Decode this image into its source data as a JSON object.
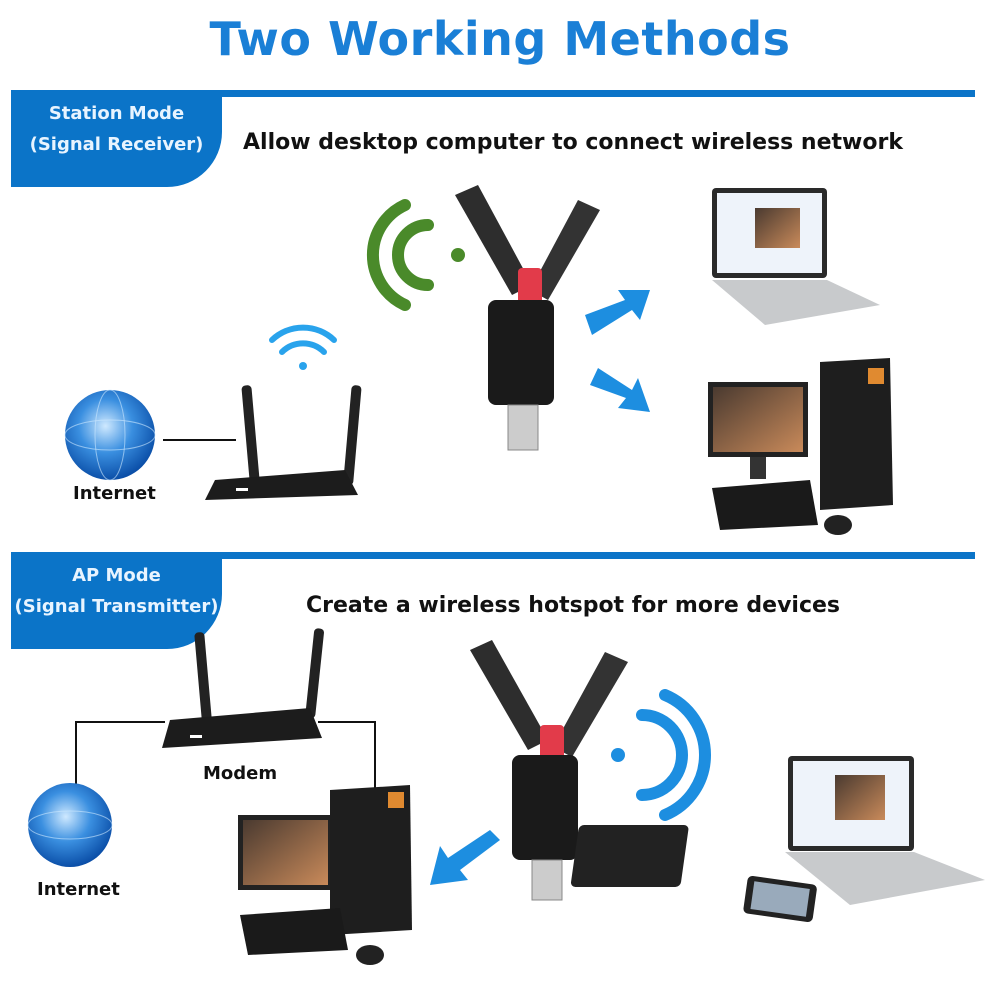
{
  "title": "Two Working Methods",
  "colors": {
    "accent": "#0b74c8",
    "title": "#1a7fd6",
    "signal_green": "#4a8a2a",
    "signal_blue": "#1d8ee0"
  },
  "station": {
    "mode": "Station Mode",
    "subtitle": "(Signal Receiver)",
    "heading": "Allow desktop computer to connect wireless network",
    "internet_label": "Internet"
  },
  "ap": {
    "mode": "AP Mode",
    "subtitle": "(Signal Transmitter)",
    "heading": "Create a wireless hotspot for more devices",
    "modem_label": "Modem",
    "internet_label": "Internet"
  },
  "icons": [
    "globe-icon",
    "router-icon",
    "wifi-icon",
    "usb-wifi-adapter",
    "arrow-icon",
    "laptop-icon",
    "desktop-pc-icon",
    "tablet-icon",
    "phone-icon"
  ]
}
